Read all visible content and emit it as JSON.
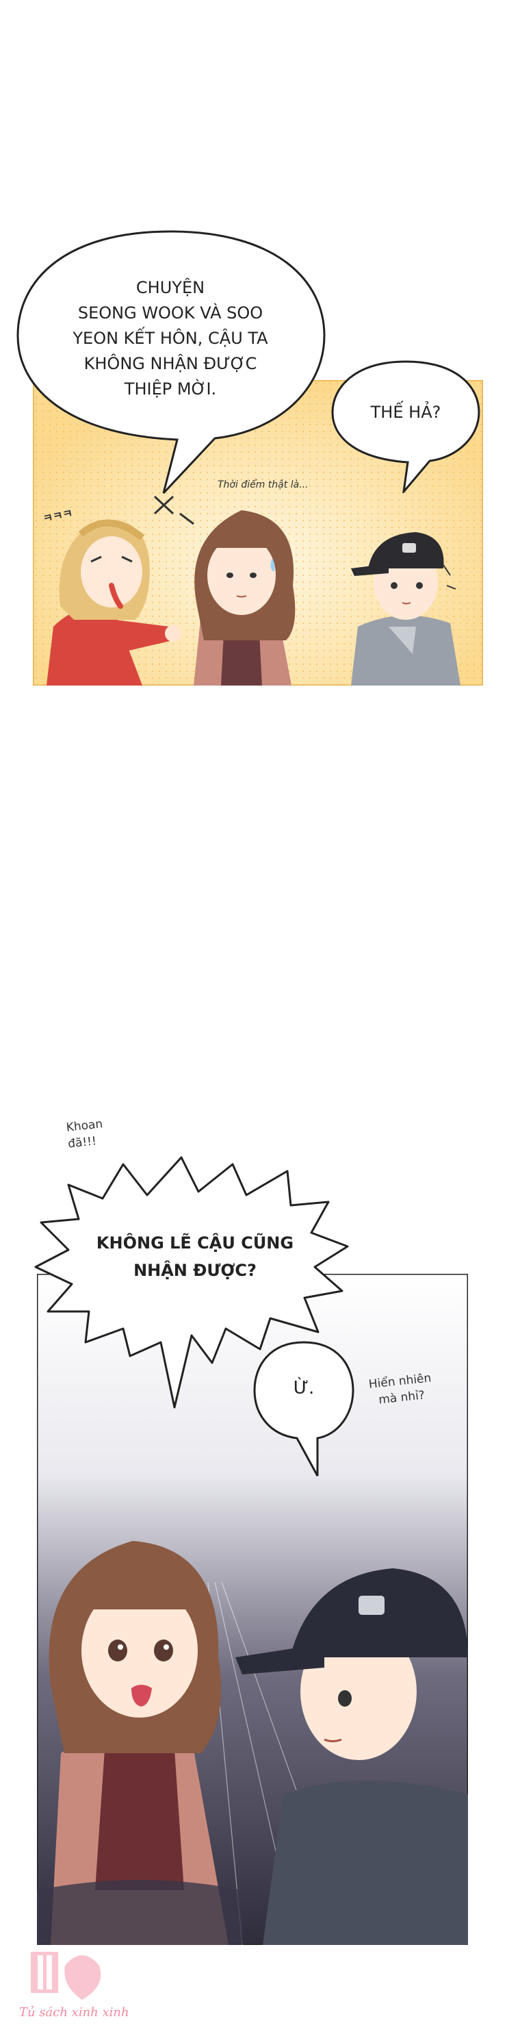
{
  "panel1": {
    "speech_main": [
      "CHUYỆN",
      "SEONG WOOK VÀ SOO",
      "YEON KẾT HÔN, CẬU TA",
      "KHÔNG NHẬN ĐƯỢC",
      "THIỆP MỜI."
    ],
    "speech_reply": "THẾ HẢ?",
    "whisper": "Thời điểm thật là...",
    "laugh_sfx": "ㅋㅋㅋ"
  },
  "panel2": {
    "exclaim": [
      "Khoan",
      "đã!!!"
    ],
    "shout": [
      "KHÔNG LẼ CẬU CŨNG",
      "NHẬN ĐƯỢC?"
    ],
    "reply": "Ừ.",
    "aside": [
      "Hiển nhiên",
      "mà nhỉ?"
    ]
  },
  "watermark": {
    "text": "Tủ sách xinh xinh"
  },
  "colors": {
    "panel1_bg": "#fbd98d",
    "panel2_bg": "#3c3a4e",
    "watermark": "#f08aa0"
  }
}
